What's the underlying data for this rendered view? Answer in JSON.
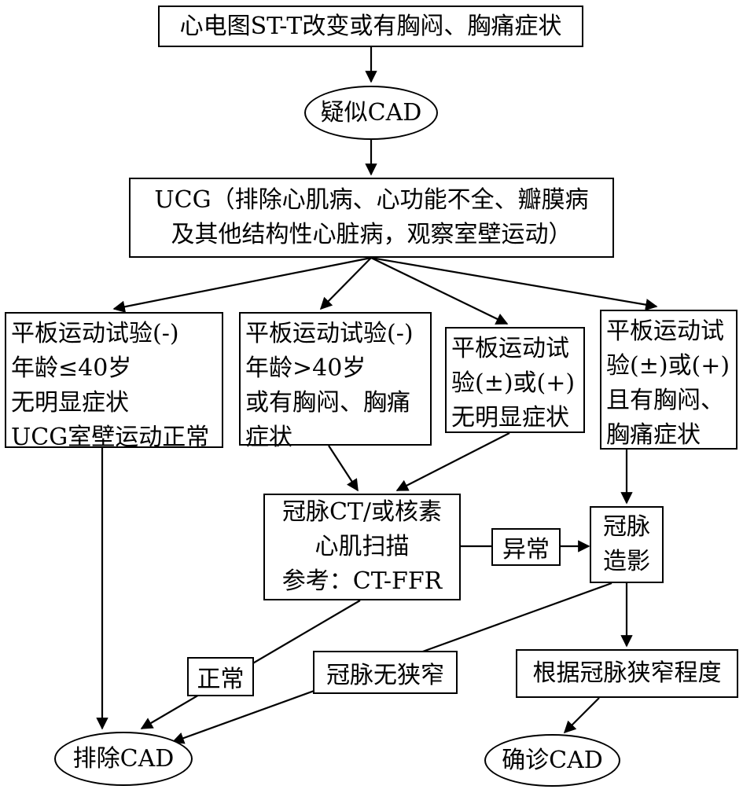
{
  "nodes": {
    "symptoms": "心电图ST-T改变或有胸闷、胸痛症状",
    "suspect": "疑似CAD",
    "ucg": {
      "line1": "UCG（排除心肌病、心功能不全、瓣膜病",
      "line2": "及其他结构性心脏病，观察室壁运动）"
    },
    "branch1": {
      "line1": "平板运动试验(-)",
      "line2": "年龄≤40岁",
      "line3": "无明显症状",
      "line4": "UCG室壁运动正常"
    },
    "branch2": {
      "line1": "平板运动试验(-)",
      "line2": "年龄>40岁",
      "line3": "或有胸闷、胸痛",
      "line4": "症状"
    },
    "branch3": {
      "line1": "平板运动试",
      "line2": "验(±)或(+)",
      "line3": "无明显症状"
    },
    "branch4": {
      "line1": "平板运动试",
      "line2": "验(±)或(+)",
      "line3": "且有胸闷、",
      "line4": "胸痛症状"
    },
    "ct": {
      "line1": "冠脉CT/或核素",
      "line2": "心肌扫描",
      "line3": "参考：CT-FFR"
    },
    "angio": {
      "line1": "冠脉",
      "line2": "造影"
    },
    "degree": "根据冠脉狭窄程度",
    "exclude": "排除CAD",
    "confirm": "确诊CAD"
  },
  "edge_labels": {
    "abnormal": "异常",
    "normal": "正常",
    "no_stenosis": "冠脉无狭窄"
  }
}
